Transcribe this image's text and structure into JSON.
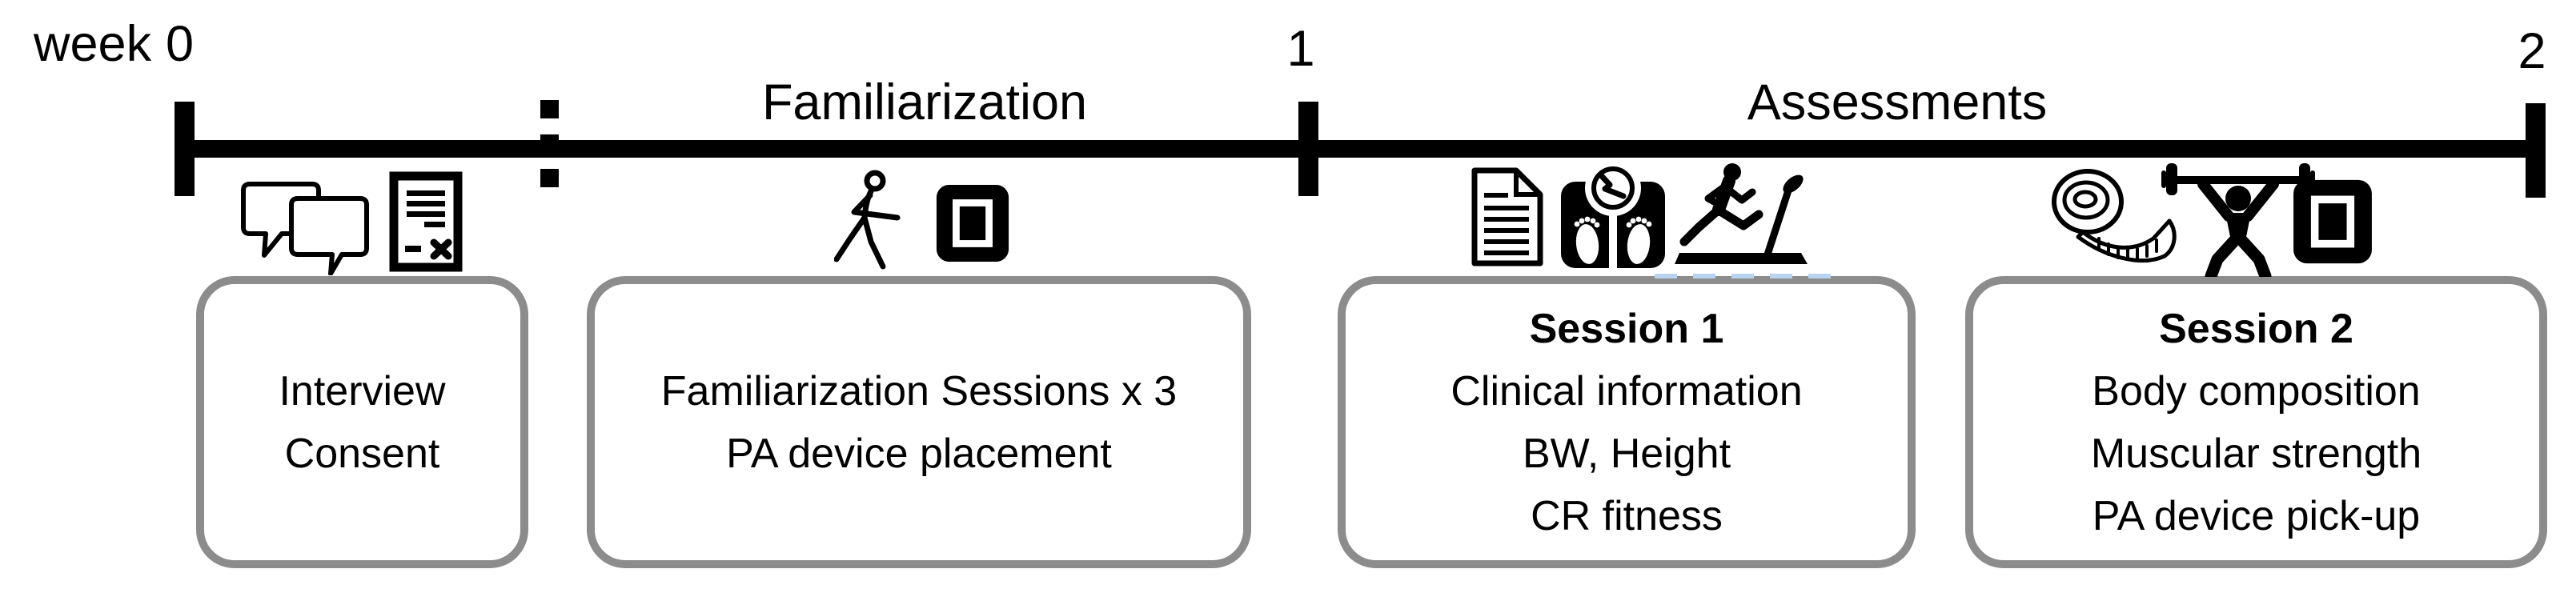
{
  "diagram": {
    "type": "study-protocol-timeline",
    "axis": {
      "unit_label": "week",
      "ticks": [
        "0",
        "1",
        "2"
      ],
      "segment_labels": [
        "Familiarization",
        "Assessments"
      ]
    },
    "phases": [
      {
        "icons": [
          "chat-bubbles",
          "consent-document"
        ],
        "lines": [
          "Interview",
          "Consent"
        ]
      },
      {
        "icons": [
          "walking-person",
          "pa-device"
        ],
        "lines": [
          "Familiarization Sessions x 3",
          "PA device placement"
        ]
      },
      {
        "title": "Session 1",
        "icons": [
          "clinical-document",
          "weight-scale",
          "treadmill-runner"
        ],
        "lines": [
          "Clinical information",
          "BW, Height",
          "CR fitness"
        ]
      },
      {
        "title": "Session 2",
        "icons": [
          "measuring-tape",
          "weight-lifter",
          "pa-device"
        ],
        "lines": [
          "Body composition",
          "Muscular strength",
          "PA device pick-up"
        ]
      }
    ],
    "colors": {
      "timeline": "#000000",
      "box_border": "#8c8c8c",
      "text": "#000000",
      "icon_black": "#000000",
      "artifact_blue_dashes": "#b8d4f0",
      "background": "#ffffff"
    }
  }
}
